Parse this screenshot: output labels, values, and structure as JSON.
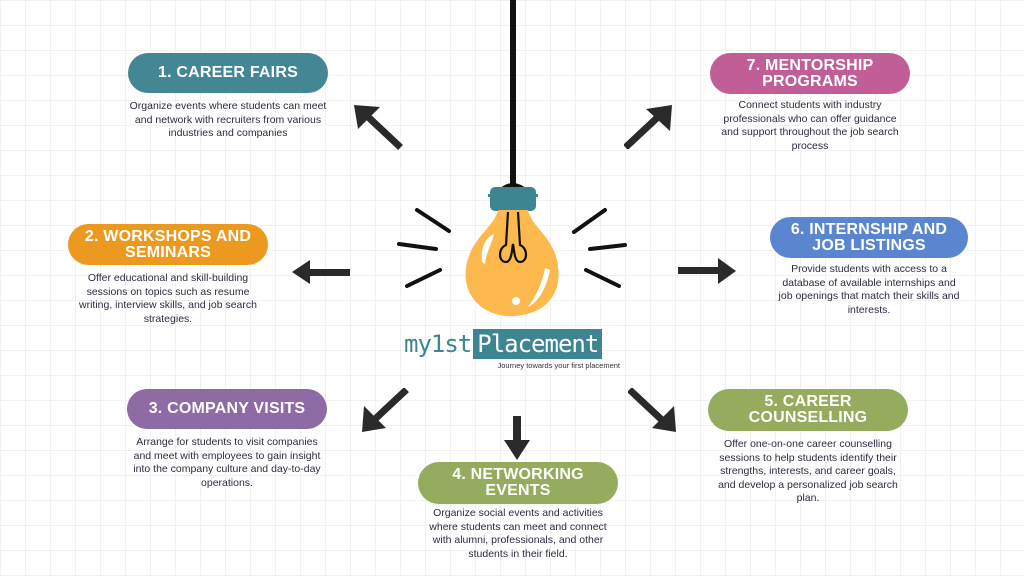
{
  "colors": {
    "career_fairs": "#438694",
    "workshops": "#ec9a1f",
    "company_visits": "#8e6ba5",
    "networking": "#95ab5d",
    "counselling": "#95ab5d",
    "internship": "#5a86cf",
    "mentorship": "#c25e97",
    "arrow": "#2a2a2a",
    "bulb": "#fdb94e",
    "socket": "#3e8592"
  },
  "logo": {
    "brand_prefix": "my1st",
    "brand_main": "Placement",
    "tagline": "Journey towards your first placement",
    "icon": "light-bulb-icon"
  },
  "items": [
    {
      "title": "1. CAREER FAIRS",
      "description": "Organize events where students can meet and network with recruiters from various industries and companies",
      "arrow": "arrow-up-left-icon"
    },
    {
      "title": "2. WORKSHOPS AND SEMINARS",
      "description": "Offer educational and skill-building sessions on topics such as resume writing, interview skills, and job search strategies.",
      "arrow": "arrow-left-icon"
    },
    {
      "title": "3. COMPANY VISITS",
      "description": "Arrange for students to visit companies and meet with employees to gain insight into the company culture and day-to-day operations.",
      "arrow": "arrow-down-left-icon"
    },
    {
      "title": "4. NETWORKING EVENTS",
      "description": "Organize social events and activities where students can meet and connect with alumni, professionals, and other students in their field.",
      "arrow": "arrow-down-icon"
    },
    {
      "title": "5. CAREER COUNSELLING",
      "description": "Offer one-on-one career counselling sessions to help students identify their strengths, interests, and career goals, and develop a personalized job search plan.",
      "arrow": "arrow-down-right-icon"
    },
    {
      "title": "6. INTERNSHIP AND JOB LISTINGS",
      "description": "Provide students with access to a database of available internships and job openings that match their skills and interests.",
      "arrow": "arrow-right-icon"
    },
    {
      "title": "7. MENTORSHIP PROGRAMS",
      "description": "Connect students with industry professionals who can offer guidance and support throughout the job search process",
      "arrow": "arrow-up-right-icon"
    }
  ]
}
